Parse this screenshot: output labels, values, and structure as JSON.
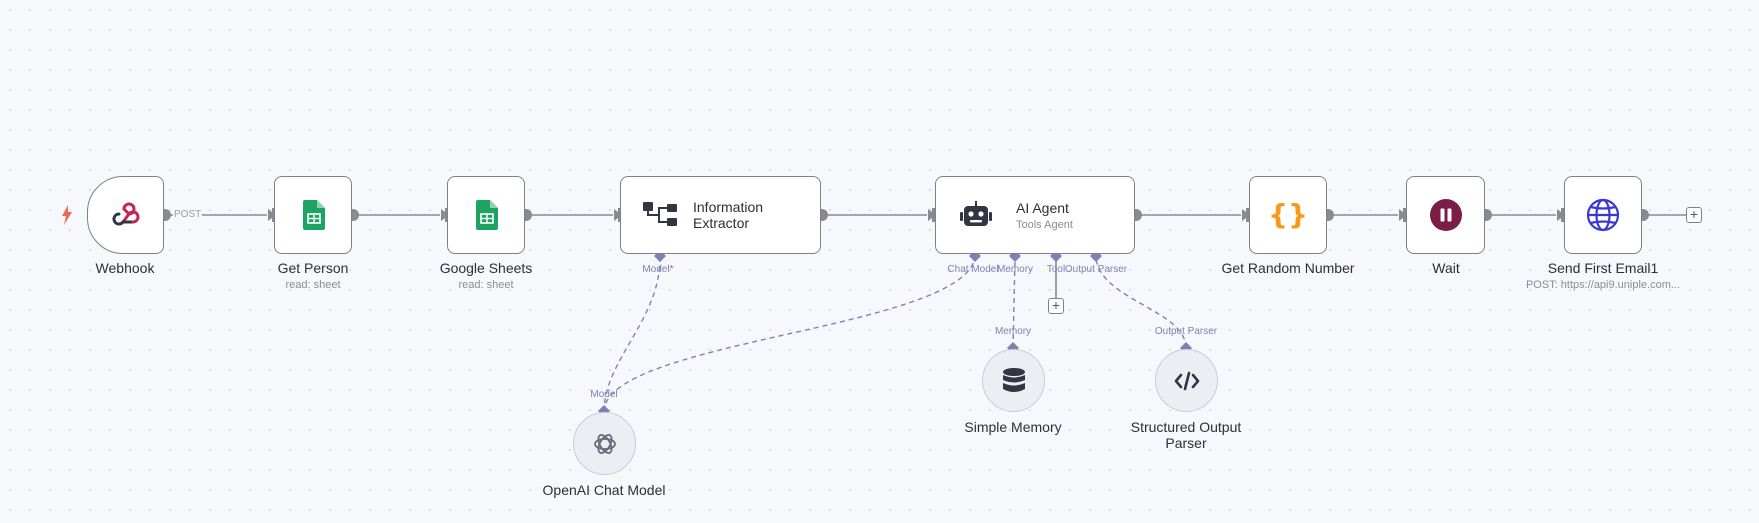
{
  "nodes": {
    "webhook": {
      "label": "Webhook",
      "edge_label": "POST"
    },
    "get_person": {
      "label": "Get Person",
      "subtitle": "read: sheet"
    },
    "google_sheets": {
      "label": "Google Sheets",
      "subtitle": "read: sheet"
    },
    "information_extractor": {
      "title_line1": "Information",
      "title_line2": "Extractor",
      "port_model": "Model",
      "required_mark": "*"
    },
    "ai_agent": {
      "title": "AI Agent",
      "subtitle": "Tools Agent",
      "port_chat_model": "Chat Model",
      "port_memory": "Memory",
      "port_tool": "Tool",
      "port_output_parser": "Output Parser"
    },
    "get_random_number": {
      "label": "Get Random Number"
    },
    "wait": {
      "label": "Wait"
    },
    "send_first_email": {
      "label": "Send First Email1",
      "subtitle": "POST: https://api9.uniple.com..."
    },
    "openai_chat_model": {
      "label": "OpenAI Chat Model",
      "port": "Model"
    },
    "simple_memory": {
      "label": "Simple Memory",
      "port": "Memory"
    },
    "structured_output_parser": {
      "label_line1": "Structured Output",
      "label_line2": "Parser",
      "port": "Output Parser"
    }
  },
  "icons": {
    "trigger": "bolt-icon",
    "webhook": "webhook-icon",
    "sheets": "google-sheets-icon",
    "extractor": "tree-icon",
    "agent": "robot-icon",
    "code": "curly-braces-icon",
    "wait": "pause-icon",
    "http": "globe-icon",
    "openai": "openai-icon",
    "memory": "database-icon",
    "parser": "code-icon",
    "add": "plus-icon"
  },
  "colors": {
    "canvas": "#f7f8fb",
    "node_border": "#7e8088",
    "connection": "#888a93",
    "ai_connection": "#7c82b4",
    "sheets_green": "#1ea362",
    "code_orange": "#f79a1b",
    "wait_maroon": "#7b1e47",
    "globe_blue": "#3a37d8",
    "trigger_red": "#ef6a55"
  }
}
